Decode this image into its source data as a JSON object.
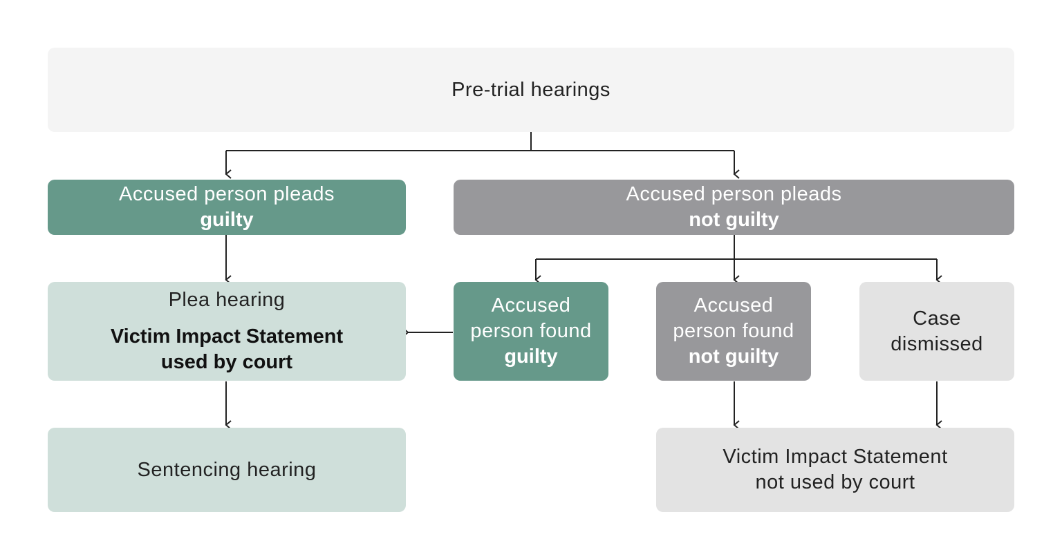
{
  "nodes": {
    "pretrial": {
      "text": "Pre-trial hearings"
    },
    "pleads_guilty": {
      "line1": "Accused person pleads",
      "line2": "guilty"
    },
    "pleads_not_guilty": {
      "line1": "Accused person pleads",
      "line2": "not guilty"
    },
    "plea_hearing": {
      "line1": "Plea hearing",
      "line2": "Victim Impact Statement",
      "line3": "used by court"
    },
    "found_guilty": {
      "line1": "Accused",
      "line2": "person found",
      "line3": "guilty"
    },
    "found_not_guilty": {
      "line1": "Accused",
      "line2": "person found",
      "line3": "not guilty"
    },
    "case_dismissed": {
      "line1": "Case",
      "line2": "dismissed"
    },
    "sentencing": {
      "text": "Sentencing hearing"
    },
    "vis_not_used": {
      "line1": "Victim Impact Statement",
      "line2": "not used by court"
    }
  },
  "colors": {
    "green": "#66998a",
    "grey": "#98989b",
    "light_green": "#cfdfda",
    "light_grey": "#e3e3e3",
    "top_box": "#f4f4f4",
    "connector": "#222222"
  }
}
